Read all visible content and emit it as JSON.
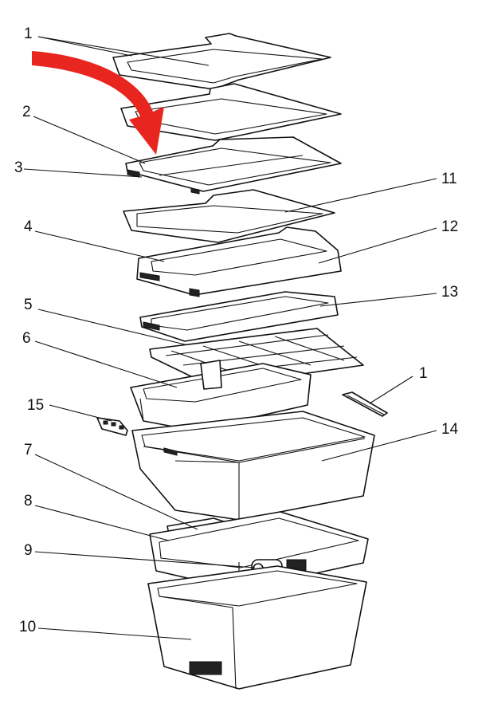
{
  "colors": {
    "arrow": "#e8261f",
    "line": "#111111",
    "background": "#ffffff"
  },
  "callouts": {
    "c1a": "1",
    "c1b": "1",
    "c2": "2",
    "c3": "3",
    "c4": "4",
    "c5": "5",
    "c6": "6",
    "c7": "7",
    "c8": "8",
    "c9": "9",
    "c10": "10",
    "c11": "11",
    "c12": "12",
    "c13": "13",
    "c14": "14",
    "c15": "15"
  }
}
